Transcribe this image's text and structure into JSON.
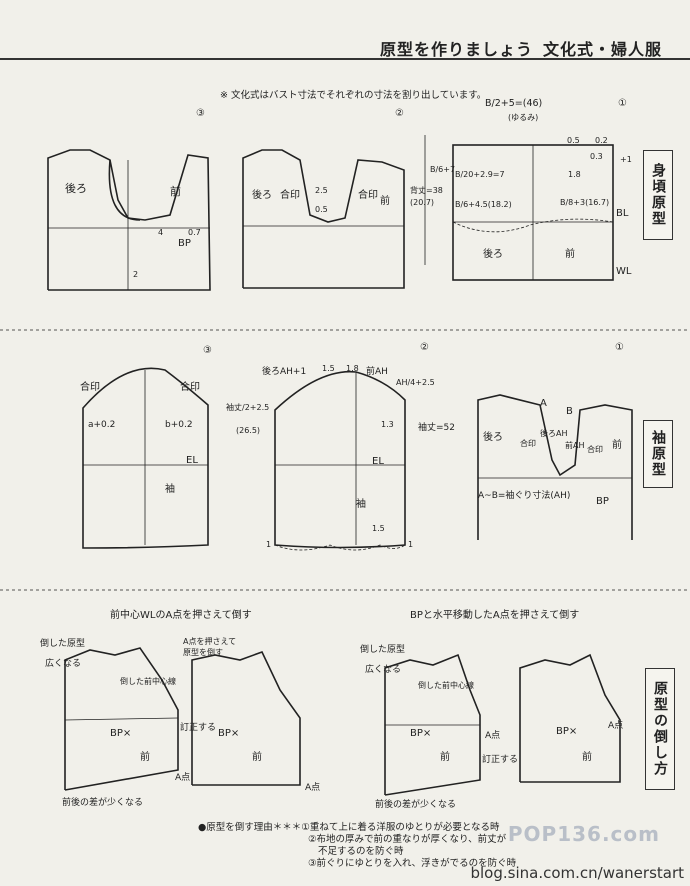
{
  "header": {
    "title": "原型を作りましょう",
    "subtitle": "文化式・婦人服"
  },
  "intro_note": "※ 文化式はバスト寸法でそれぞれの寸法を割り出しています。",
  "formula_top": {
    "numerator": "B",
    "denominator": "2",
    "plus": "+5=(46)",
    "note": "(ゆるみ)"
  },
  "step_numbers": [
    "③",
    "②",
    "①"
  ],
  "sections": {
    "bodice": {
      "label": "身頃原型"
    },
    "sleeve": {
      "label": "袖原型"
    },
    "collapse": {
      "label": "原型の倒し方"
    }
  },
  "bodice_labels": {
    "back": "後ろ",
    "front": "前",
    "bp": "BP",
    "aiin": "合印",
    "m07": "0.7",
    "m4": "4",
    "m2": "2",
    "m25": "2.5",
    "m05": "0.5",
    "m02": "0.2",
    "m03": "0.3",
    "m18": "1.8",
    "m1": "+1",
    "f1": "B/6+7",
    "f2": "B/20+2.9=7",
    "f3": "B/6+4.5(18.2)",
    "f4": "B/8+3(16.7)",
    "f5": "2",
    "back_len": "背丈=38",
    "back_len2": "(20.7)",
    "bl": "BL",
    "wl": "WL"
  },
  "sleeve_labels": {
    "aiin": "合印",
    "a02": "a+0.2",
    "b02": "b+0.2",
    "el": "EL",
    "sleeve": "袖",
    "back_ah": "後ろAH+1",
    "front_ah": "前AH",
    "m15": "1.5",
    "m18": "1.8",
    "ah4": "AH/4+2.5",
    "s1": "袖丈/2+2.5",
    "s2": "(26.5)",
    "m13": "1.3",
    "m15b": "1.5",
    "m1": "1",
    "sleeve_len": "袖丈=52",
    "a": "A",
    "b": "B",
    "back_ah_short": "後ろAH",
    "front_ah_short": "前AH",
    "ab": "A~B=袖ぐり寸法(AH)",
    "bp": "BP"
  },
  "collapse_labels": {
    "left_title": "前中心WLのA点を押さえて倒す",
    "right_title": "BPと水平移動したA点を押さえて倒す",
    "dropped": "倒した原型",
    "wider": "広くなる",
    "press": "A点を押さえて原型を倒す",
    "cf": "倒した前中心線",
    "correct": "訂正する",
    "bp": "BP×",
    "front": "前",
    "apoint": "A点",
    "diff": "前後の差が少くなる"
  },
  "footer_note": {
    "lead": "●原型を倒す理由＊＊＊",
    "line1": "①重ねて上に着る洋服のゆとりが必要となる時",
    "line2": "②布地の厚みで前の重なりが厚くなり、前丈が",
    "line3": "不足するのを防ぐ時",
    "line4": "③前ぐりにゆとりを入れ、浮きがでるのを防ぐ時"
  },
  "watermark": {
    "site": "blog.sina.com.cn/wanerstart",
    "logo": "POP136.com"
  }
}
